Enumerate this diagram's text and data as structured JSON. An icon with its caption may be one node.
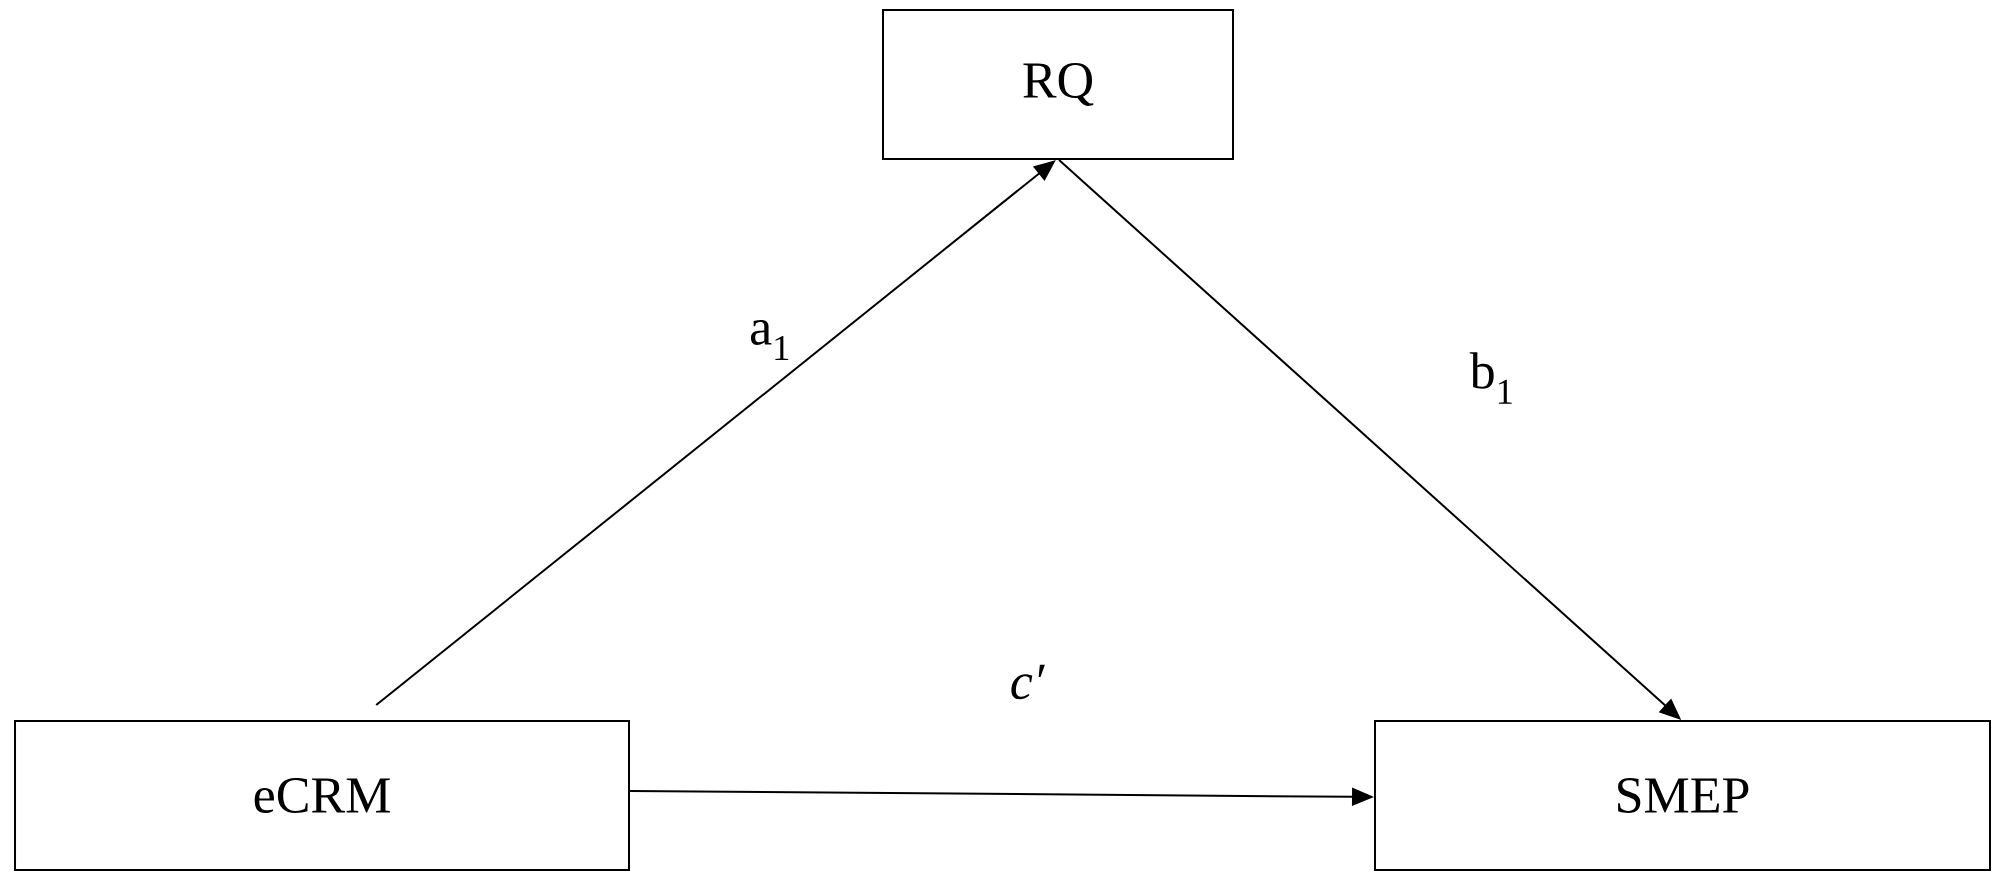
{
  "diagram": {
    "nodes": [
      {
        "text": [
          "RQ"
        ]
      },
      {
        "text": [
          "eCRM"
        ]
      },
      {
        "text": [
          "SMEP"
        ]
      }
    ],
    "edges": [
      {
        "from": 1,
        "to": 0,
        "arrow": "to",
        "label": "a$_{1}$"
      },
      {
        "from": 0,
        "to": 2,
        "arrow": "to",
        "label": "b$_{1}$"
      },
      {
        "from": 1,
        "to": 2,
        "arrow": "to",
        "label": "c′"
      }
    ]
  }
}
